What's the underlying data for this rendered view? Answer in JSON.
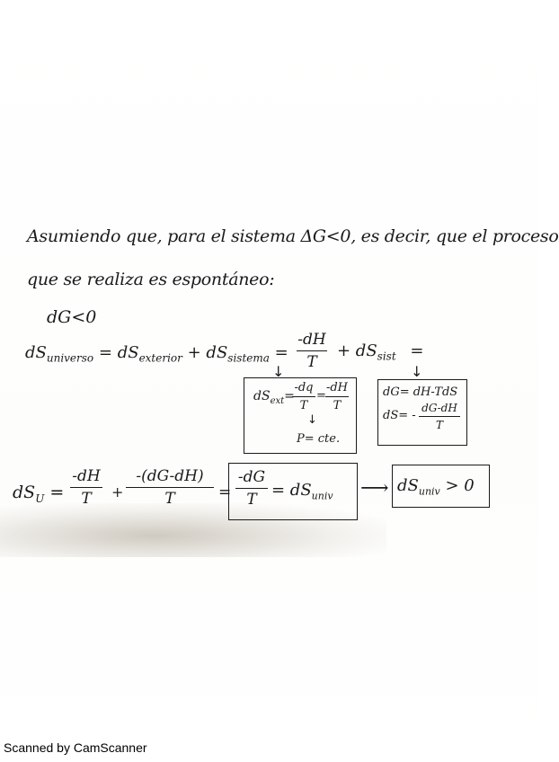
{
  "text": {
    "line1": "Asumiendo que, para el sistema ΔG<0, es decir, que el proceso",
    "line2": "que se realiza es espontáneo:",
    "dg_condition": "dG<0",
    "dsuniv_lhs": "dS",
    "dsuniv_sub": "universo",
    "dsext": "= dS",
    "dsext_sub": "exterior",
    "plus_dssist": "+ dS",
    "dssist_sub": "sistema",
    "eq_sign": "=",
    "frac1_num": "-dH",
    "frac1_den": "T",
    "plus_dssist2": "+ dS",
    "dssist2_sub": "sist",
    "eq_sign2": "=",
    "box1_lhs": "dS",
    "box1_sub": "ext",
    "box1_eq": "=",
    "box1_frac1_num": "-dq",
    "box1_frac1_den": "T",
    "box1_eq2": "=",
    "box1_frac2_num": "-dH",
    "box1_frac2_den": "T",
    "box1_note": "P= cte.",
    "box2_line1": "dG= dH-TdS",
    "box2_lhs": "dS= -",
    "box2_frac_num": "dG-dH",
    "box2_frac_den": "T",
    "final_lhs": "dS",
    "final_sub": "U",
    "final_eq": "=",
    "final_frac1_num": "-dH",
    "final_frac1_den": "T",
    "final_plus": "+",
    "final_frac2_num": "-(dG-dH)",
    "final_frac2_den": "T",
    "final_eq2": "=",
    "boxed_frac_num": "-dG",
    "boxed_frac_den": "T",
    "boxed_eq": "= dS",
    "boxed_sub": "univ",
    "arrow": "⟶",
    "result": "dS",
    "result_sub": "univ",
    "result_tail": "> 0"
  },
  "footer": {
    "scanner": "Scanned by CamScanner"
  }
}
